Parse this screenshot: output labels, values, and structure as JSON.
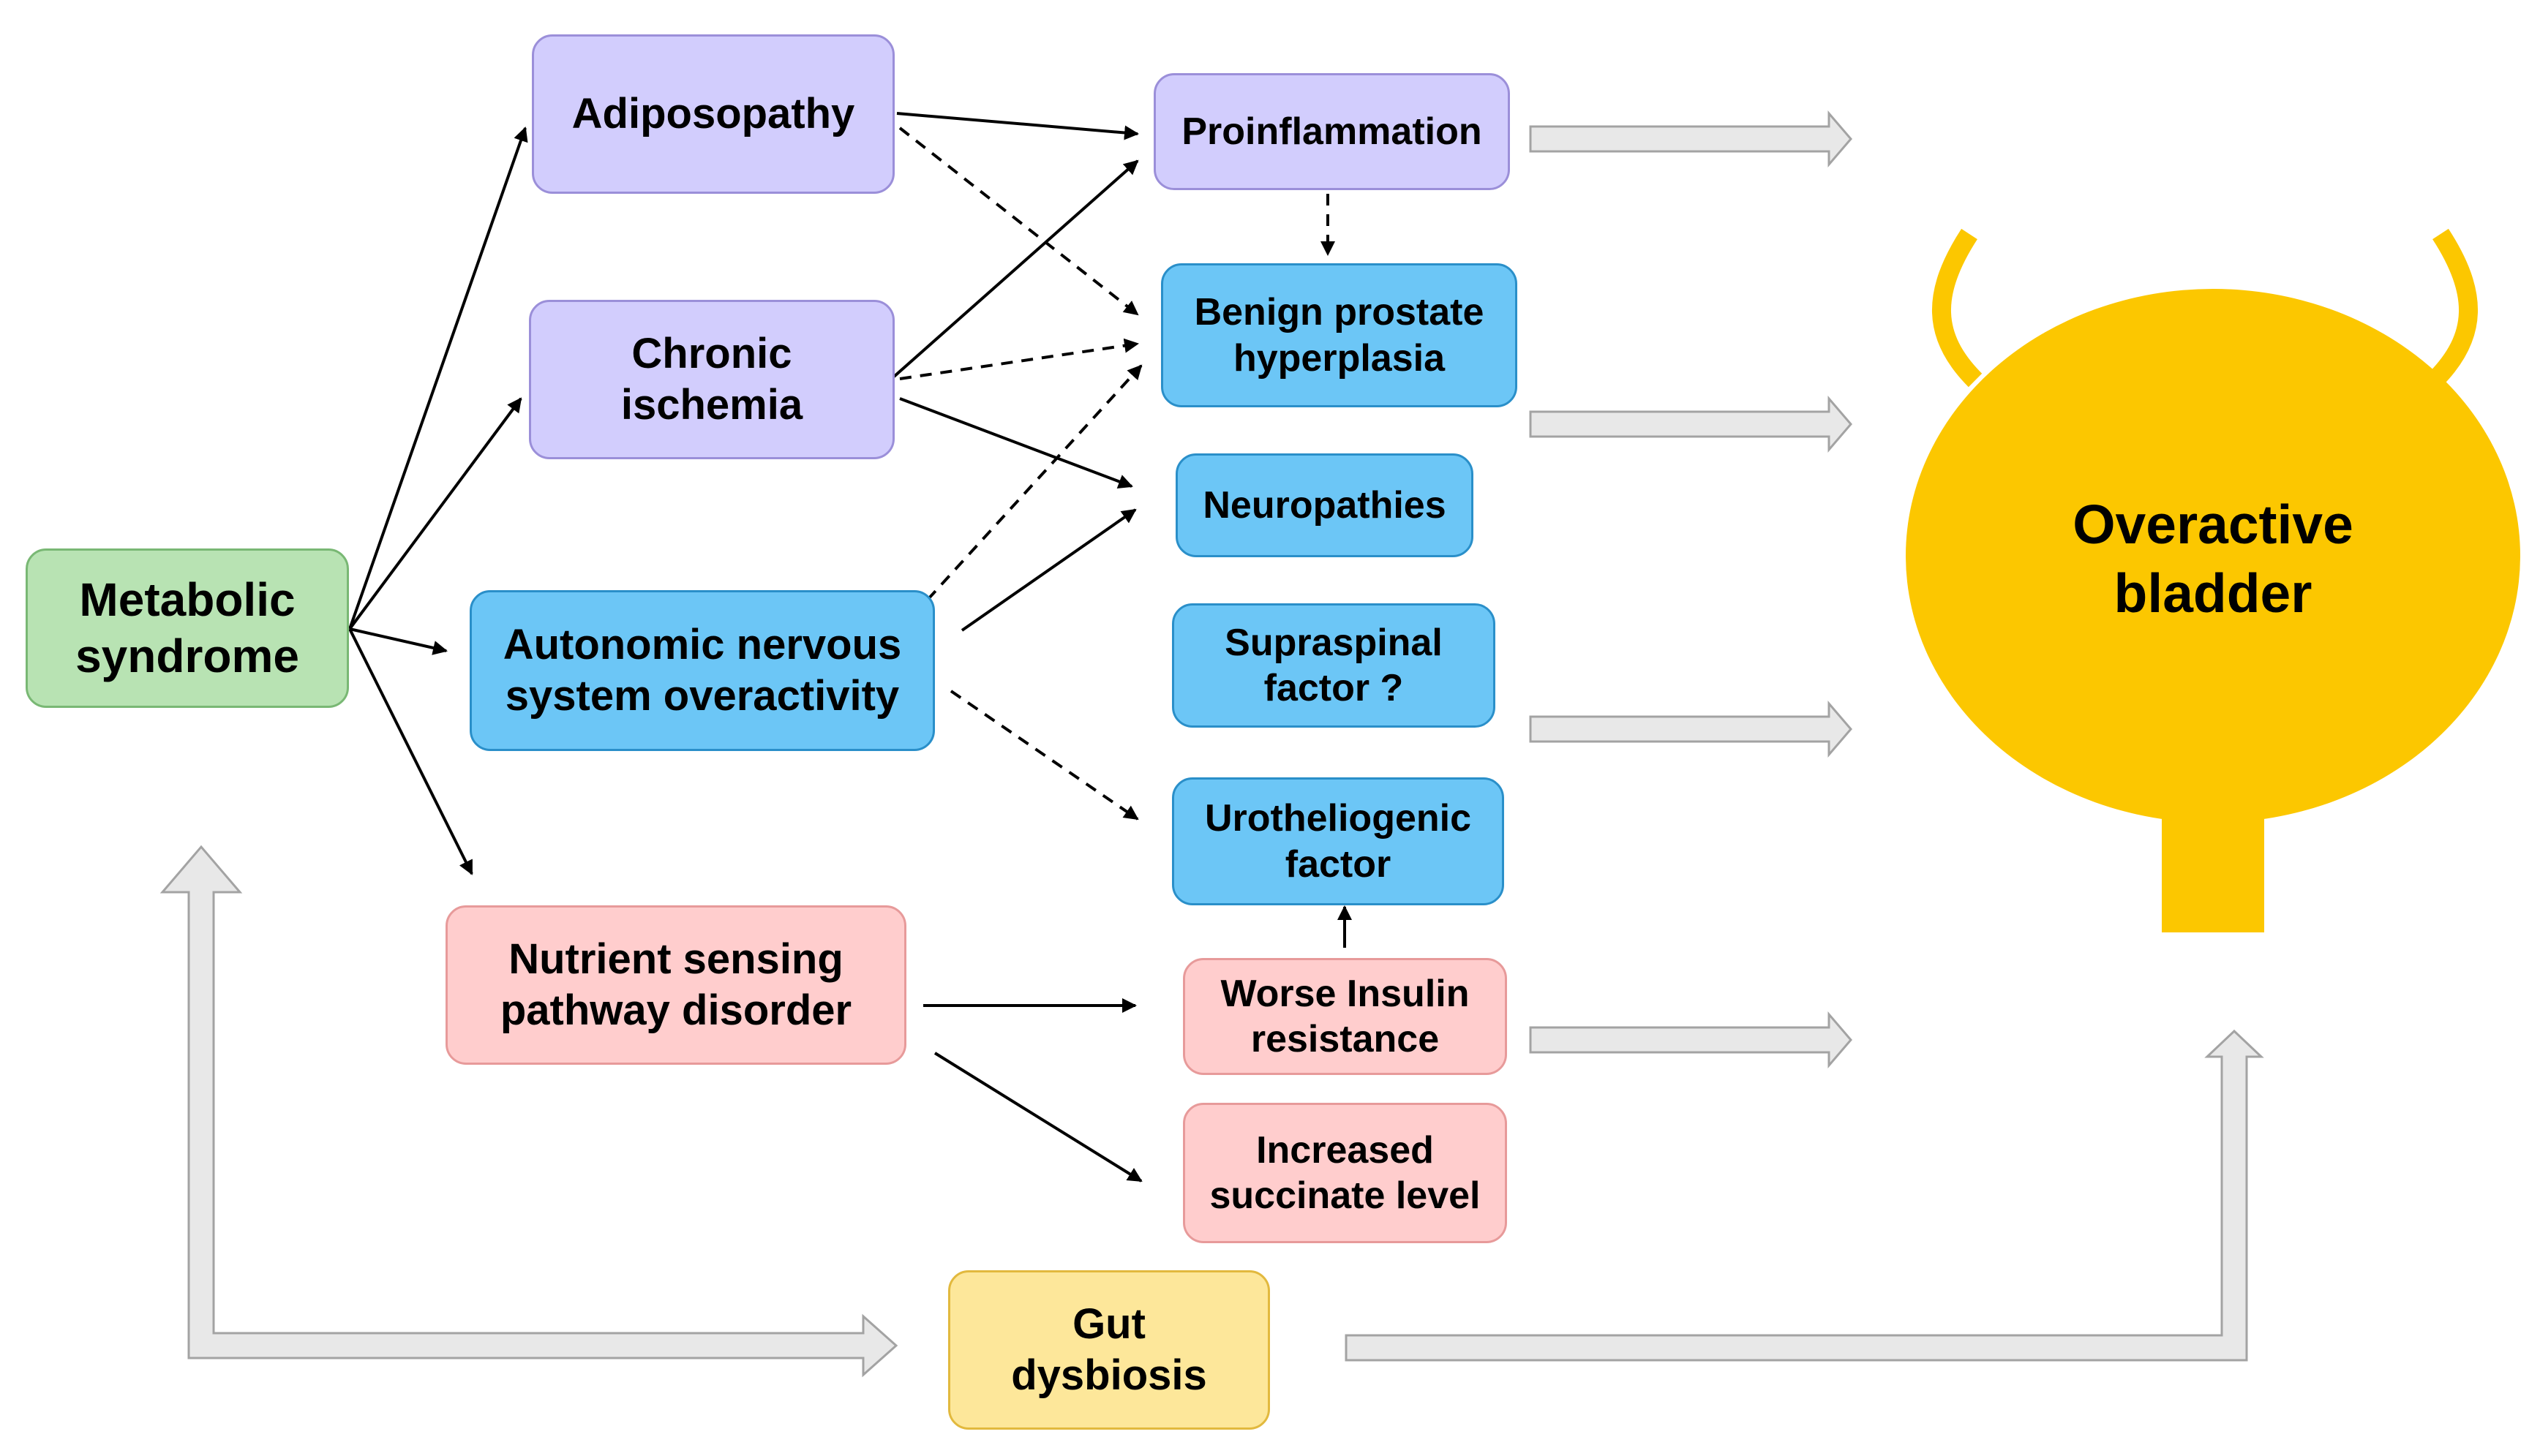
{
  "nodes": {
    "metabolic_syndrome": "Metabolic\nsyndrome",
    "adiposopathy": "Adiposopathy",
    "chronic_ischemia": "Chronic\nischemia",
    "autonomic": "Autonomic nervous\nsystem overactivity",
    "nutrient_sensing": "Nutrient sensing\npathway disorder",
    "gut_dysbiosis": "Gut\ndysbiosis",
    "proinflammation": "Proinflammation",
    "bph": "Benign prostate\nhyperplasia",
    "neuropathies": "Neuropathies",
    "supraspinal": "Supraspinal\nfactor ?",
    "urotheliogenic": "Urotheliogenic\nfactor",
    "insulin": "Worse Insulin\nresistance",
    "succinate": "Increased\nsuccinate level",
    "overactive_bladder": "Overactive\nbladder"
  },
  "colors": {
    "purple_fill": "#d2cdfd",
    "blue_fill": "#6cc6f6",
    "pink_fill": "#ffcdcd",
    "green_fill": "#b8e3b3",
    "yellow_fill": "#fde79a",
    "bladder": "#fcc700",
    "hollow_arrow": "#e8e8e8"
  }
}
